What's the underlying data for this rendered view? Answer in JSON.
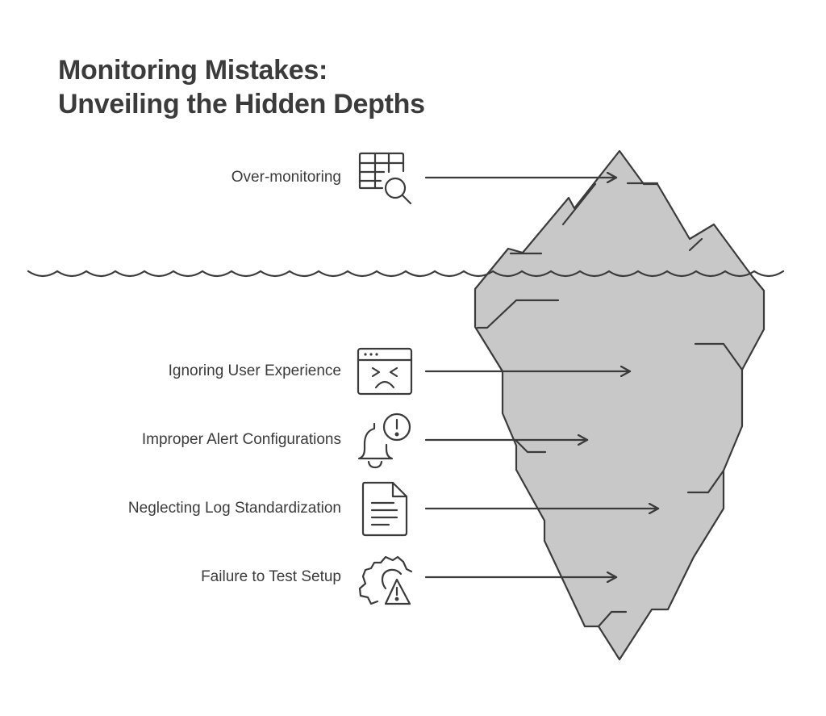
{
  "title": {
    "line1": "Monitoring Mistakes:",
    "line2": "Unveiling the Hidden Depths"
  },
  "items": [
    {
      "label": "Over-monitoring",
      "icon": "table-search-icon",
      "position": "above-water"
    },
    {
      "label": "Ignoring User Experience",
      "icon": "angry-browser-icon",
      "position": "below-water"
    },
    {
      "label": "Improper Alert Configurations",
      "icon": "alert-bell-icon",
      "position": "below-water"
    },
    {
      "label": "Neglecting Log Standardization",
      "icon": "document-icon",
      "position": "below-water"
    },
    {
      "label": "Failure to Test Setup",
      "icon": "gear-warning-icon",
      "position": "below-water"
    }
  ],
  "colors": {
    "iceberg_fill": "#c8c8c8",
    "stroke": "#3b3b3b",
    "text": "#3b3b3b",
    "background": "#ffffff"
  }
}
